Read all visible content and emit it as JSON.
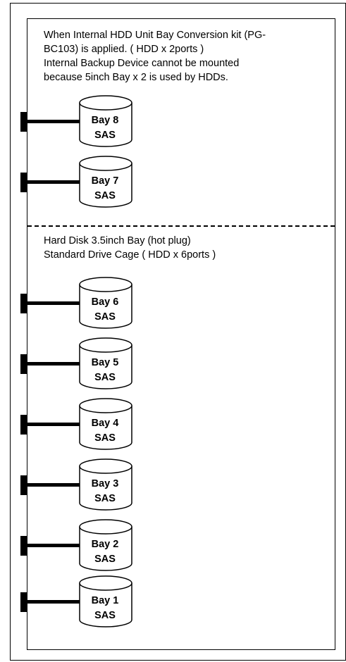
{
  "top_note": {
    "lines": [
      "When Internal HDD Unit Bay Conversion kit (PG-",
      "BC103) is applied. ( HDD x 2ports )",
      "Internal Backup Device cannot be mounted",
      "because 5inch Bay x 2 is used by HDDs."
    ]
  },
  "middle_note": {
    "lines": [
      "Hard Disk 3.5inch Bay (hot plug)",
      "Standard Drive Cage  ( HDD x 6ports )"
    ]
  },
  "drives": [
    {
      "bay": "Bay 8",
      "interface": "SAS"
    },
    {
      "bay": "Bay 7",
      "interface": "SAS"
    },
    {
      "bay": "Bay 6",
      "interface": "SAS"
    },
    {
      "bay": "Bay 5",
      "interface": "SAS"
    },
    {
      "bay": "Bay 4",
      "interface": "SAS"
    },
    {
      "bay": "Bay 3",
      "interface": "SAS"
    },
    {
      "bay": "Bay 2",
      "interface": "SAS"
    },
    {
      "bay": "Bay 1",
      "interface": "SAS"
    }
  ]
}
